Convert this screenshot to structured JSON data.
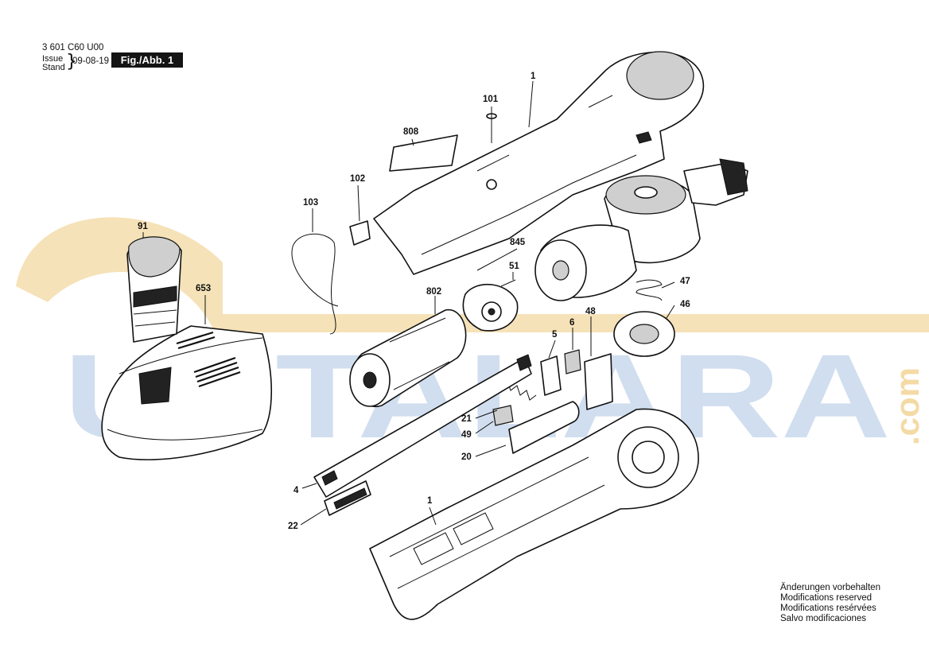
{
  "header": {
    "part_number": "3 601 C60 U00",
    "issue_label": "Issue",
    "stand_label": "Stand",
    "date": "09-08-19",
    "figure_label": "Fig./Abb. 1"
  },
  "footer_note": [
    "Änderungen vorbehalten",
    "Modifications reserved",
    "Modifications resérvées",
    "Salvo modificaciones"
  ],
  "watermark": {
    "text": "USTALARA",
    "suffix": ".com",
    "color_blue": "#a9c2e2",
    "color_orange": "#f3d79c"
  },
  "callouts": {
    "c1_top": "1",
    "c101": "101",
    "c808": "808",
    "c102": "102",
    "c103": "103",
    "c91": "91",
    "c653": "653",
    "c845": "845",
    "c51": "51",
    "c802": "802",
    "c47": "47",
    "c46": "46",
    "c48": "48",
    "c6": "6",
    "c5": "5",
    "c21": "21",
    "c49": "49",
    "c20": "20",
    "c4": "4",
    "c22": "22",
    "c1_bottom": "1"
  }
}
